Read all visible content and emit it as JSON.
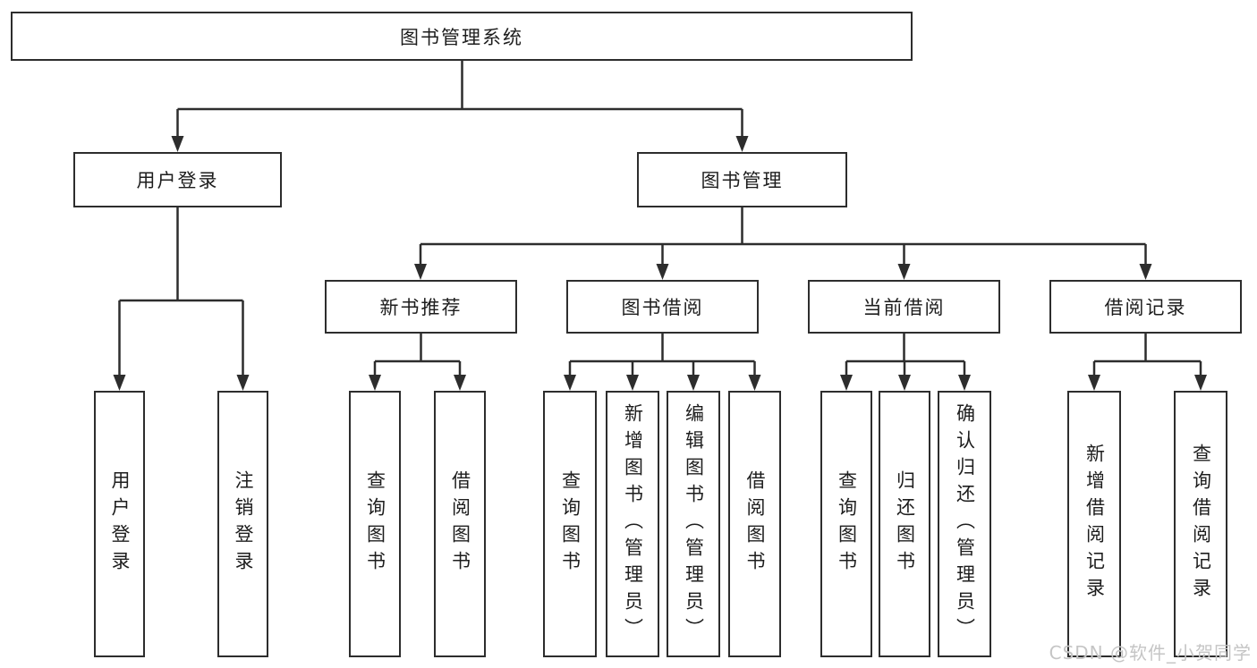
{
  "diagram": {
    "watermark": "CSDN @软件_小贺同学",
    "colors": {
      "line": "#2d2d2d",
      "box_border": "#2d2d2d",
      "text": "#1d1d1d",
      "watermark": "#c5c5c5",
      "background": "#ffffff"
    },
    "tree": {
      "root": {
        "label": "图书管理系统"
      },
      "children": [
        {
          "label": "用户登录",
          "children": [
            {
              "label": "用户登录"
            },
            {
              "label": "注销登录"
            }
          ]
        },
        {
          "label": "图书管理",
          "children": [
            {
              "label": "新书推荐",
              "children": [
                {
                  "label": "查询图书"
                },
                {
                  "label": "借阅图书"
                }
              ]
            },
            {
              "label": "图书借阅",
              "children": [
                {
                  "label": "查询图书"
                },
                {
                  "label": "新增图书（管理员）"
                },
                {
                  "label": "编辑图书（管理员）"
                },
                {
                  "label": "借阅图书"
                }
              ]
            },
            {
              "label": "当前借阅",
              "children": [
                {
                  "label": "查询图书"
                },
                {
                  "label": "归还图书"
                },
                {
                  "label": "确认归还（管理员）"
                }
              ]
            },
            {
              "label": "借阅记录",
              "children": [
                {
                  "label": "新增借阅记录"
                },
                {
                  "label": "查询借阅记录"
                }
              ]
            }
          ]
        }
      ]
    }
  }
}
